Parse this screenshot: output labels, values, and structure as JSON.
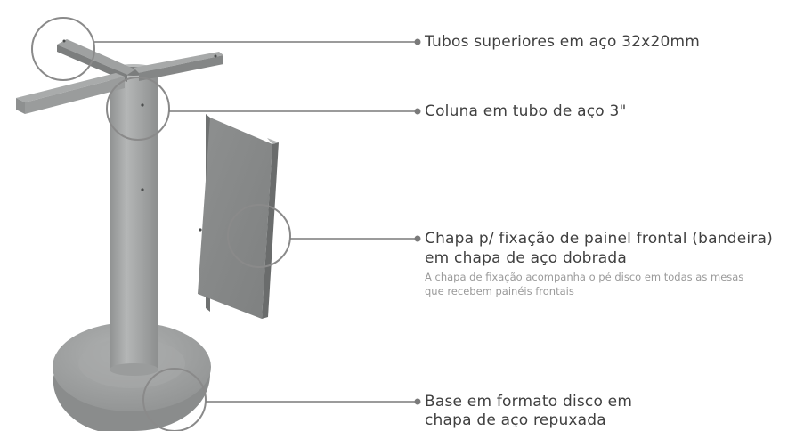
{
  "callouts": {
    "tubos": {
      "text": "Tubos superiores em aço 32x20mm"
    },
    "coluna": {
      "text": "Coluna em tubo de aço 3\""
    },
    "chapa": {
      "line1": "Chapa p/ fixação de painel frontal (bandeira)",
      "line2": "em chapa de aço dobrada",
      "note1": "A chapa de fixação acompanha o pé disco em todas as mesas",
      "note2": "que recebem painéis frontais"
    },
    "base": {
      "line1": "Base em formato disco em",
      "line2": "chapa de aço repuxada"
    }
  },
  "colors": {
    "steel_light": "#a9abab",
    "steel_mid": "#9b9d9d",
    "steel_dark": "#7f8181",
    "steel_shadow": "#6d6f6f",
    "leader": "#7a7a7a",
    "circle": "#8a8a8a"
  }
}
